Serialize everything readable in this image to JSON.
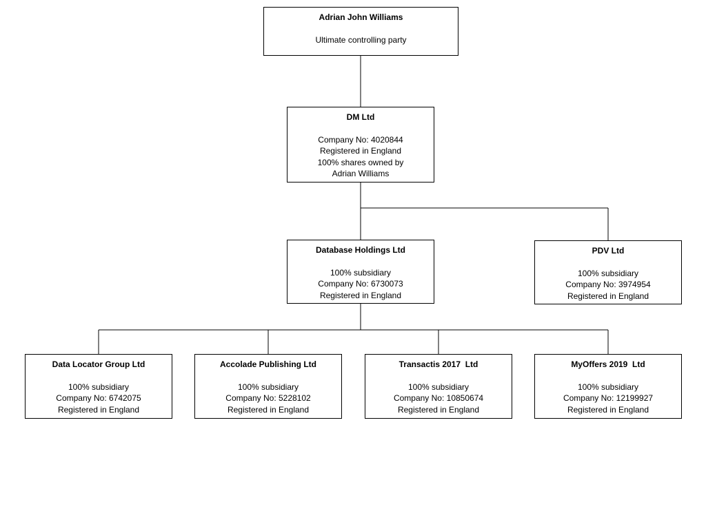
{
  "colors": {
    "line": "#000000",
    "box_border": "#000000",
    "background": "#ffffff"
  },
  "nodes": {
    "top": {
      "title": "Adrian John Williams",
      "lines": [
        "Ultimate controlling party"
      ]
    },
    "dm": {
      "title": "DM Ltd",
      "lines": [
        "Company No: 4020844",
        "Registered in England",
        "100% shares owned by",
        "Adrian Williams"
      ]
    },
    "database": {
      "title": "Database Holdings Ltd",
      "lines": [
        "100% subsidiary",
        "Company No: 6730073",
        "Registered in England"
      ]
    },
    "pdv": {
      "title": "PDV Ltd",
      "lines": [
        "100% subsidiary",
        "Company No: 3974954",
        "Registered in England"
      ]
    },
    "data_locator": {
      "title": "Data Locator Group Ltd",
      "lines": [
        "100% subsidiary",
        "Company No: 6742075",
        "Registered in England"
      ]
    },
    "accolade": {
      "title": "Accolade Publishing Ltd",
      "lines": [
        "100% subsidiary",
        "Company No: 5228102",
        "Registered in England"
      ]
    },
    "transactis": {
      "title": "Transactis 2017  Ltd",
      "lines": [
        "100% subsidiary",
        "Company No: 10850674",
        "Registered in England"
      ]
    },
    "myoffers": {
      "title": "MyOffers 2019  Ltd",
      "lines": [
        "100% subsidiary",
        "Company No: 12199927",
        "Registered in England"
      ]
    }
  }
}
